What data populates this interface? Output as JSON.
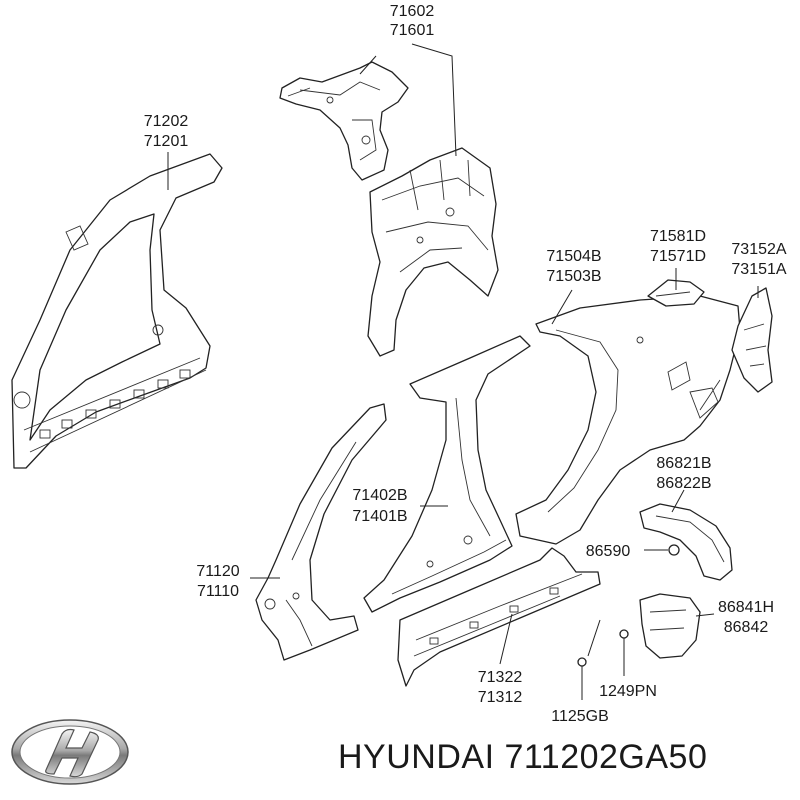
{
  "callouts": {
    "p71602": "71602",
    "p71601": "71601",
    "p71202": "71202",
    "p71201": "71201",
    "p71504b": "71504B",
    "p71503b": "71503B",
    "p71581d": "71581D",
    "p71571d": "71571D",
    "p73152a": "73152A",
    "p73151a": "73151A",
    "p71402b": "71402B",
    "p71401b": "71401B",
    "p86821b": "86821B",
    "p86822b": "86822B",
    "p86590": "86590",
    "p71120": "71120",
    "p71110": "71110",
    "p86841h": "86841H",
    "p86842": "86842",
    "p71322": "71322",
    "p71312": "71312",
    "p1249pn": "1249PN",
    "p1125gb": "1125GB"
  },
  "footer": {
    "brand": "HYUNDAI",
    "part_number": "711202GA50"
  },
  "icons": {
    "logo": "hyundai-logo-icon"
  }
}
